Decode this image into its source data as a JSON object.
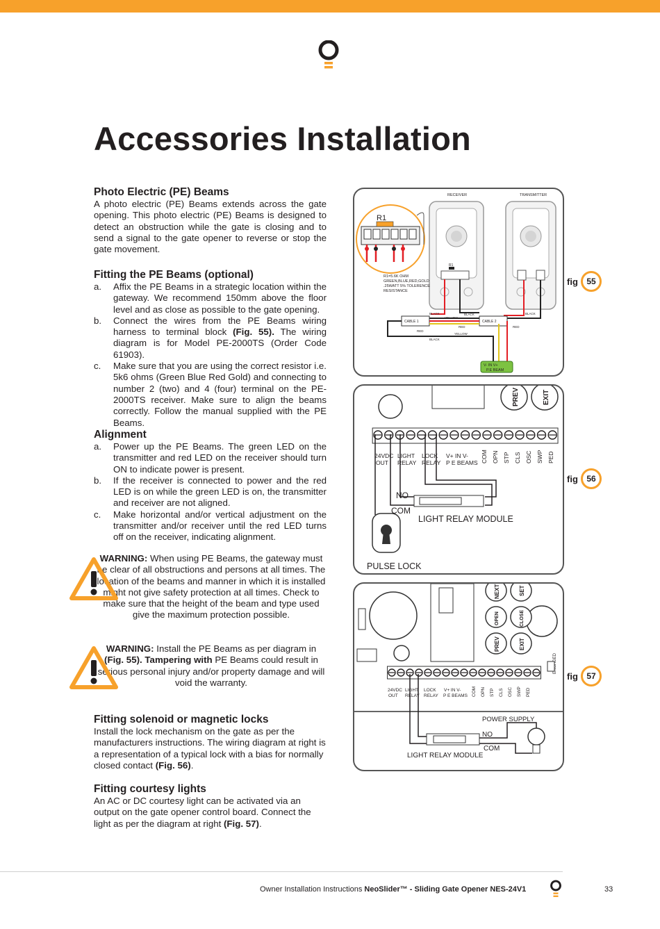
{
  "title": "Accessories Installation",
  "sections": {
    "pe_beams": {
      "heading": "Photo Electric (PE) Beams",
      "body": "A photo electric (PE) Beams extends across the gate opening. This photo electric (PE) Beams is designed to detect an obstruction while the gate is closing and to send a signal to the gate opener to reverse or stop the gate movement."
    },
    "fitting_pe": {
      "heading": "Fitting the PE Beams (optional)",
      "items": [
        {
          "marker": "a.",
          "text": "Affix the PE Beams in a strategic location within the gateway. We recommend 150mm above the floor level and as close as possible to the gate opening."
        },
        {
          "marker": "b.",
          "text_pre": "Connect the wires from the PE Beams wiring harness to terminal block ",
          "bold": "(Fig. 55).",
          "text_post": "  The wiring diagram is for Model PE-2000TS (Order Code 61903)."
        },
        {
          "marker": "c.",
          "text": "Make sure that you are using the correct resistor i.e. 5k6 ohms (Green Blue  Red Gold) and connecting to number 2 (two) and 4 (four) terminal on the PE-2000TS receiver. Make sure to align the beams correctly. Follow the manual supplied with the PE Beams."
        }
      ]
    },
    "alignment": {
      "heading": "Alignment",
      "items": [
        {
          "marker": "a.",
          "text": "Power up the PE Beams. The green LED on the transmitter and red LED on the receiver should turn ON to indicate power is present."
        },
        {
          "marker": "b.",
          "text": "If the receiver is connected to power and the red LED is on while the green LED is on, the transmitter and receiver are not aligned."
        },
        {
          "marker": "c.",
          "text": "Make horizontal and/or  vertical adjustment on the transmitter and/or receiver until the red LED turns off on the receiver, indicating alignment."
        }
      ]
    },
    "warning1": {
      "label": "WARNING:",
      "text": " When using PE Beams, the gateway must be clear of all obstructions and persons at all times.  The location of the beams and manner in which it is installed might not give safety protection at all times. Check to make sure that the height of the beam and type used give the maximum protection possible."
    },
    "warning2": {
      "label": "WARNING:",
      "text1": " Install the PE Beams as per diagram in ",
      "bold": "(Fig. 55). Tampering with",
      "text2": " PE Beams could result in serious personal injury and/or property damage and will void the warranty."
    },
    "locks": {
      "heading": "Fitting solenoid or magnetic locks",
      "body": "Install the lock mechanism on the gate as per the manufacturers instructions. The wiring diagram at right is a representation of a typical lock with a bias for normally closed contact ",
      "bold": "(Fig. 56)",
      "end": "."
    },
    "courtesy": {
      "heading": "Fitting courtesy lights",
      "body": "An AC or DC courtesy light can be activated via an output on the gate opener control board. Connect the light as per the diagram at right ",
      "bold": "(Fig. 57)",
      "end": "."
    }
  },
  "figures": {
    "fig55": {
      "label": "fig",
      "num": "55",
      "receiver": "RECEIVER",
      "transmitter": "TRANSMITTER",
      "r1": "R1",
      "r1_small": "R1",
      "resistor_note": [
        "R1=5.6K OHM",
        "GREEN,BLUE,RED,GOLD",
        ".25WATT 5% TOLERENCE",
        "RESISTANCE"
      ],
      "cable1": "CABLE 1",
      "cable2": "CABLE 2",
      "black": "BLACK",
      "red": "RED",
      "yellow": "YELLOW",
      "pe_beam_top": "V-  IN  V+",
      "pe_beam_bottom": "P.E BEAM"
    },
    "fig56": {
      "label": "fig",
      "num": "56",
      "btn_prev": "PREV",
      "btn_exit": "EXIT",
      "t_24vdc": "24VDC",
      "t_out": "OUT",
      "t_light": "LIGHT",
      "t_relay": "RELAY",
      "t_lock": "LOCK",
      "t_lockrelay": "RELAY",
      "t_vin": "V+   IN   V-",
      "t_pebeams": "P E BEAMS",
      "vert": [
        "COM",
        "OPN",
        "STP",
        "CLS",
        "OSC",
        "SWP",
        "PED"
      ],
      "no": "NO",
      "com": "COM",
      "module": "LIGHT RELAY MODULE",
      "pulse_lock": "PULSE LOCK"
    },
    "fig57": {
      "label": "fig",
      "num": "57",
      "btn_next": "NEXT",
      "btn_set": "SET",
      "btn_open": "OPEN",
      "btn_close": "CLOSE",
      "btn_prev": "PREV",
      "btn_exit": "EXIT",
      "engaged": "ENGAGED",
      "t_24vdc": "24VDC",
      "t_out": "OUT",
      "t_light": "LIGHT",
      "t_relay": "RELAY",
      "t_lock": "LOCK",
      "t_lockrelay": "RELAY",
      "t_vin": "V+   IN   V-",
      "t_pebeams": "P E BEAMS",
      "vert": [
        "COM",
        "OPN",
        "STP",
        "CLS",
        "OSC",
        "SWP",
        "PED"
      ],
      "power_supply": "POWER SUPPLY",
      "no": "NO",
      "com": "COM",
      "module": "LIGHT RELAY MODULE"
    }
  },
  "footer": {
    "prefix": "Owner Installation Instructions ",
    "product": "NeoSlider™ - Sliding Gate Opener NES-24V1",
    "page": "33"
  },
  "colors": {
    "accent": "#f7a12b",
    "wire_red": "#e31e24",
    "wire_green": "#7dc242"
  }
}
